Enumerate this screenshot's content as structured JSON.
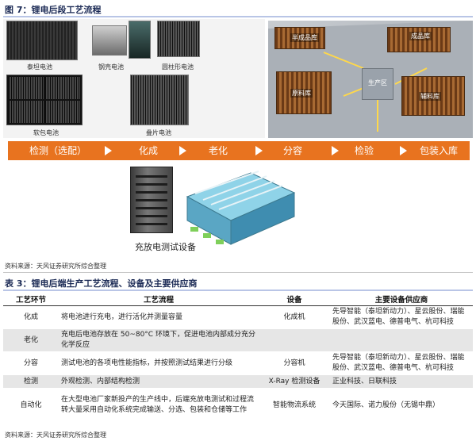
{
  "figure": {
    "title": "图 7：锂电后段工艺流程",
    "photo_labels": [
      "泰坦电池",
      "钢壳电池",
      "圆柱形电池",
      "软包电池",
      "叠片电池"
    ],
    "warehouse_labels": [
      "半成品库",
      "成品库",
      "原料库",
      "辅料库",
      "生产区"
    ],
    "process_steps": [
      "检测（选配）",
      "化成",
      "老化",
      "分容",
      "检验",
      "包装入库"
    ],
    "equipment_label": "充放电测试设备",
    "source": "资料来源：天风证券研究所综合整理"
  },
  "table": {
    "title": "表 3：锂电后端生产工艺流程、设备及主要供应商",
    "headers": [
      "工艺环节",
      "工艺流程",
      "设备",
      "主要设备供应商"
    ],
    "rows": [
      {
        "stage": "化成",
        "process": "将电池进行充电，进行活化并测量容量",
        "equipment": "化成机",
        "suppliers": "先导智能（泰坦新动力）、星云股份、瑞能股份、武汉蓝电、德普电气、杭可科技"
      },
      {
        "stage": "老化",
        "process": "充电后电池存放在 50~80°C 环境下，促进电池内部成分充分化学反应",
        "equipment": "",
        "suppliers": ""
      },
      {
        "stage": "分容",
        "process": "测试电池的各项电性能指标，并按照测试结果进行分级",
        "equipment": "分容机",
        "suppliers": "先导智能（泰坦新动力）、星云股份、瑞能股份、武汉蓝电、德普电气、杭可科技"
      },
      {
        "stage": "检测",
        "process": "外观检测、内部结构检测",
        "equipment": "X-Ray 检测设备",
        "suppliers": "正业科技、日联科技"
      },
      {
        "stage": "自动化",
        "process": "在大型电池厂家新投产的生产线中，后端充放电测试和过程流转大量采用自动化系统完成输送、分选、包装和仓储等工作",
        "equipment": "智能物流系统",
        "suppliers": "今天国际、诺力股份（无锡中鼎）"
      }
    ],
    "source": "资料来源：天风证券研究所综合整理"
  },
  "colors": {
    "accent": "#e8731f",
    "title": "#1b2a55",
    "rule": "#b9c5e6",
    "row_alt": "#e6e6e6"
  }
}
